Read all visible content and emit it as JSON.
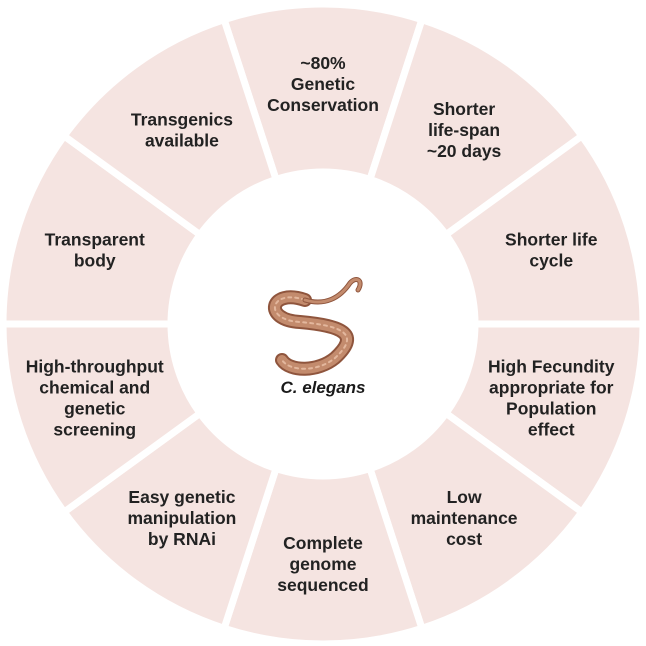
{
  "center": {
    "label": "C. elegans",
    "icon": "c-elegans-worm-icon"
  },
  "segments": [
    {
      "id": "genetic-conservation",
      "lines": [
        "~80%",
        "Genetic",
        "Conservation"
      ]
    },
    {
      "id": "short-lifespan",
      "lines": [
        "Shorter",
        "life-span",
        "~20 days"
      ]
    },
    {
      "id": "short-life-cycle",
      "lines": [
        "Shorter life",
        "cycle"
      ]
    },
    {
      "id": "high-fecundity",
      "lines": [
        "High Fecundity",
        "appropriate for",
        "Population",
        "effect"
      ]
    },
    {
      "id": "low-maintenance",
      "lines": [
        "Low",
        "maintenance",
        "cost"
      ]
    },
    {
      "id": "genome-sequenced",
      "lines": [
        "Complete",
        "genome",
        "sequenced"
      ]
    },
    {
      "id": "rnai-manipulation",
      "lines": [
        "Easy genetic",
        "manipulation",
        "by RNAi"
      ]
    },
    {
      "id": "high-throughput-screening",
      "lines": [
        "High-throughput",
        "chemical and",
        "genetic",
        "screening"
      ]
    },
    {
      "id": "transparent-body",
      "lines": [
        "Transparent",
        "body"
      ]
    },
    {
      "id": "transgenics",
      "lines": [
        "Transgenics",
        "available"
      ]
    }
  ],
  "colors": {
    "segment": "#f5e4e1",
    "center": "#ffffff",
    "worm": "#b87b5f",
    "text": "#222222"
  }
}
